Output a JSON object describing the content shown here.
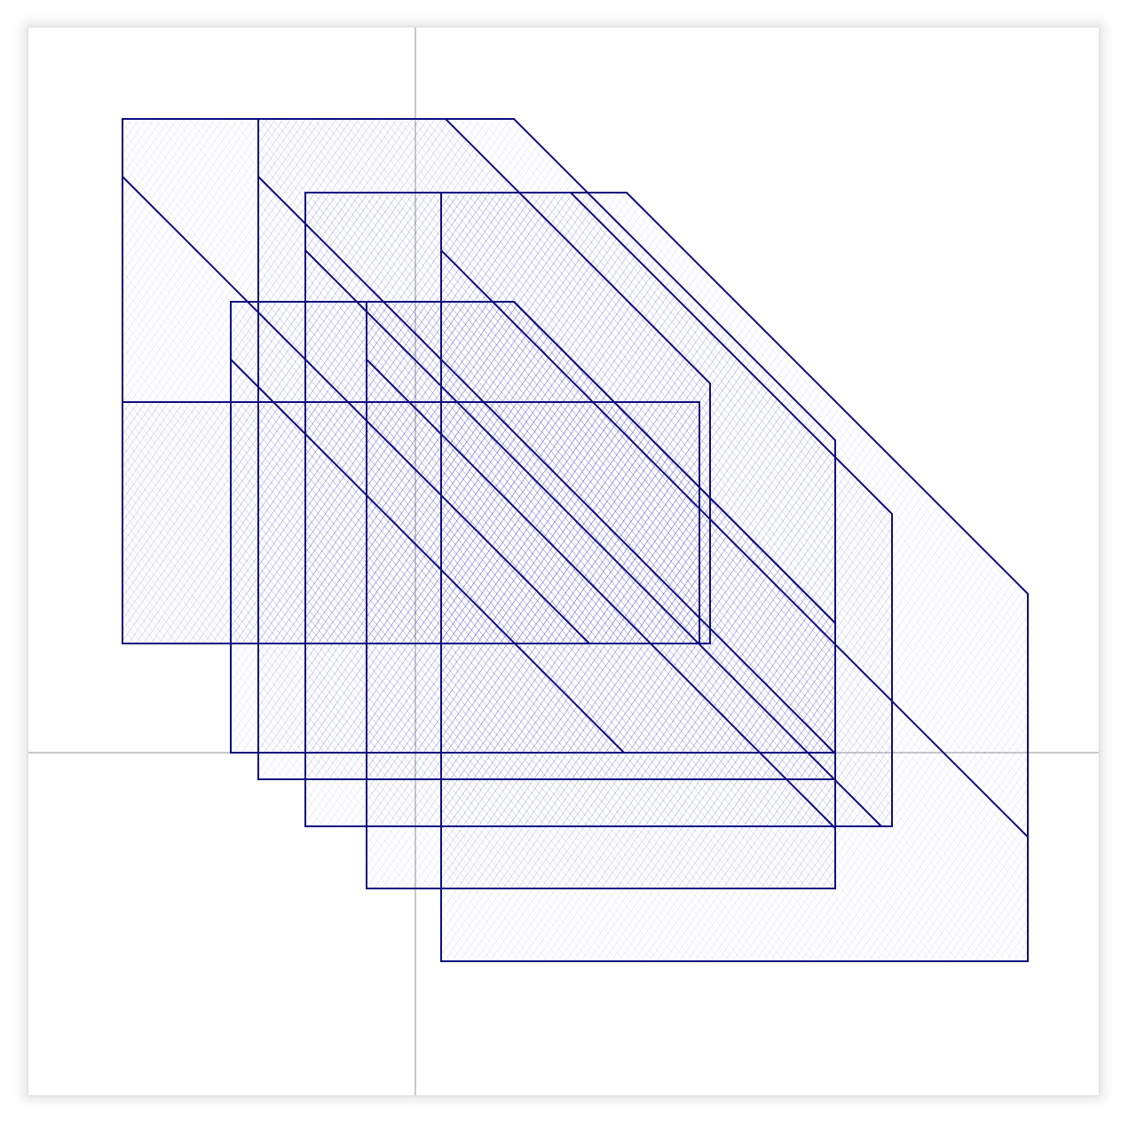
{
  "colors": {
    "background": "#ffffff",
    "axis": "#c8c8c8",
    "stroke": "#0d0d80",
    "fill": "#2a2ad0"
  },
  "diagram": {
    "description_free": true,
    "shape_count": 7,
    "shapes": [
      {
        "id": "shape-1",
        "kind": "chamfered-rectangle"
      },
      {
        "id": "shape-2",
        "kind": "chamfered-rectangle"
      },
      {
        "id": "shape-3",
        "kind": "chamfered-rectangle"
      },
      {
        "id": "shape-4",
        "kind": "chamfered-rectangle"
      },
      {
        "id": "shape-5",
        "kind": "chamfered-rectangle"
      },
      {
        "id": "shape-6",
        "kind": "chamfered-rectangle"
      },
      {
        "id": "shape-7",
        "kind": "chamfered-rectangle"
      }
    ]
  }
}
